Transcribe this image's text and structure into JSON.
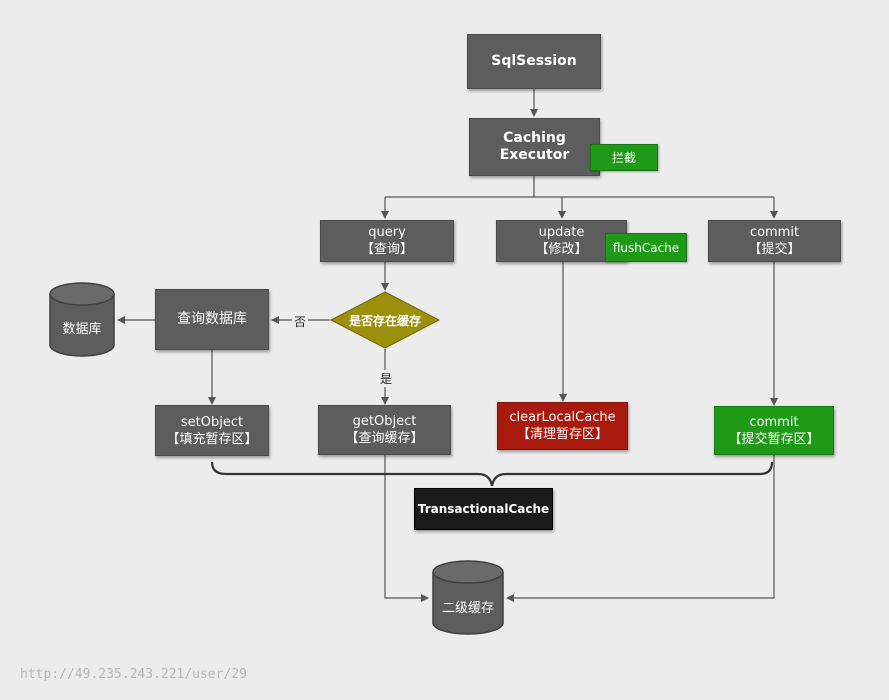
{
  "nodes": {
    "sqlsession": {
      "label": "SqlSession"
    },
    "caching_executor": {
      "line1": "Caching",
      "line2": "Executor",
      "tag": "拦截"
    },
    "query": {
      "line1": "query",
      "line2": "【查询】"
    },
    "update": {
      "line1": "update",
      "line2": "【修改】",
      "tag": "flushCache"
    },
    "commit_action": {
      "line1": "commit",
      "line2": "【提交】"
    },
    "cache_check": {
      "label": "是否存在缓存"
    },
    "query_db": {
      "label": "查询数据库"
    },
    "database": {
      "label": "数据库"
    },
    "set_object": {
      "line1": "setObject",
      "line2": "【填充暂存区】"
    },
    "get_object": {
      "line1": "getObject",
      "line2": "【查询缓存】"
    },
    "clear_local_cache": {
      "line1": "clearLocalCache",
      "line2": "【清理暂存区】"
    },
    "commit_staging": {
      "line1": "commit",
      "line2": "【提交暂存区】"
    },
    "transactional_cache": {
      "label": "TransactionalCache"
    },
    "second_level_cache": {
      "label": "二级缓存"
    }
  },
  "edge_labels": {
    "no": "否",
    "yes": "是"
  },
  "watermark": "http://49.235.243.221/user/29",
  "colors": {
    "background": "#ececec",
    "node_gray": "#5d5d5d",
    "node_green": "#1f9a17",
    "node_red": "#a81a0d",
    "node_black": "#1b1b1b",
    "diamond": "#9b8f0c",
    "cylinder": "#5d5d5d",
    "edge": "#555555"
  }
}
